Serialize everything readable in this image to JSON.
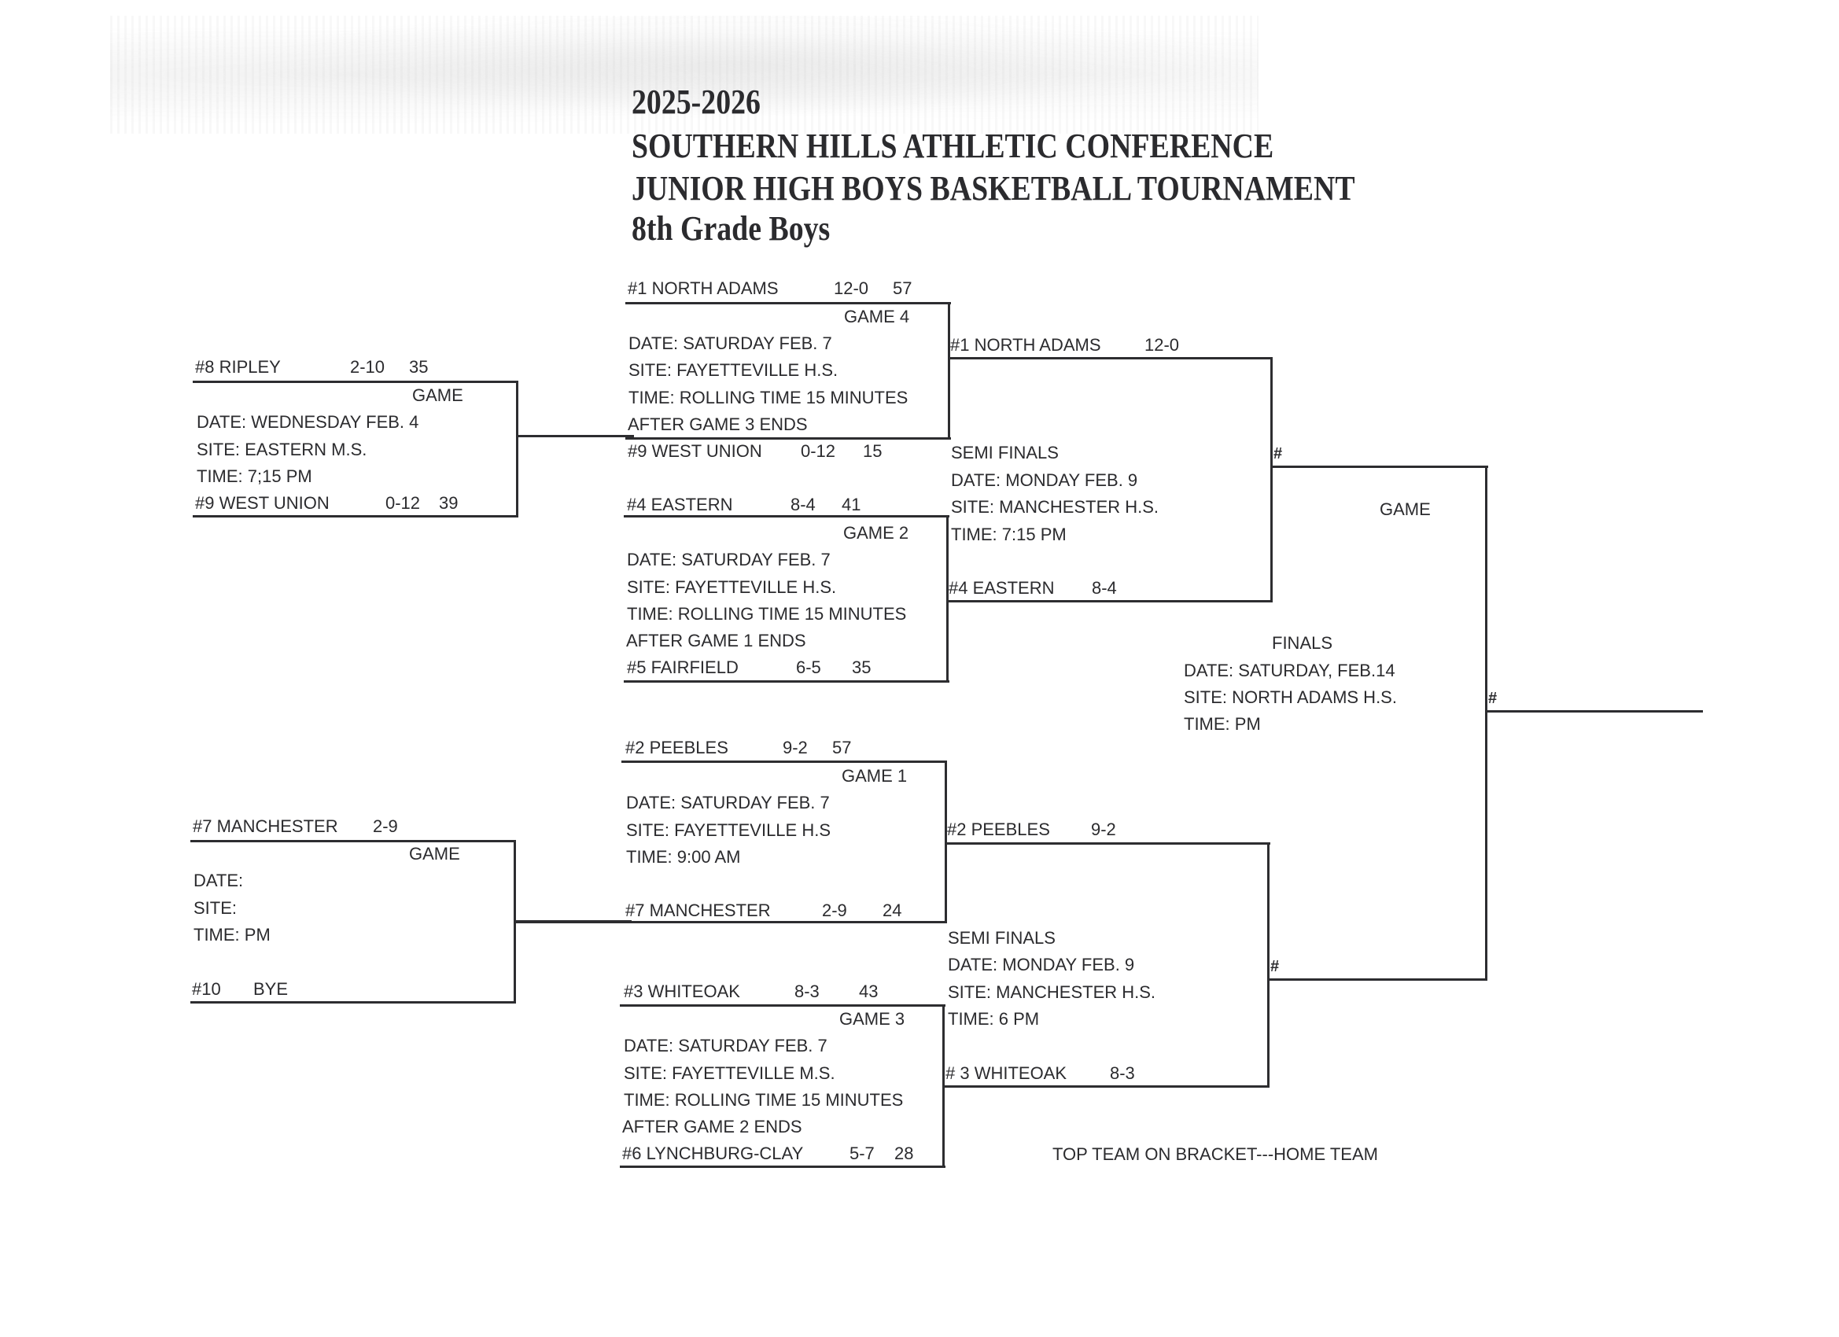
{
  "header": {
    "season": "2025-2026",
    "conference": "SOUTHERN HILLS ATHLETIC CONFERENCE",
    "tournament": "JUNIOR HIGH  BOYS BASKETBALL TOURNAMENT",
    "division": "8th  Grade Boys"
  },
  "first_round": {
    "top": {
      "team1": {
        "seed_name": "#8  RIPLEY",
        "record": "2-10",
        "score": "35"
      },
      "game_label": "GAME",
      "date": "DATE: WEDNESDAY FEB. 4",
      "site": "SITE: EASTERN M.S.",
      "time": "TIME: 7;15 PM",
      "team2": {
        "seed_name": "#9  WEST UNION",
        "record": "0-12",
        "score": "39"
      }
    },
    "bottom": {
      "team1": {
        "seed_name": "#7  MANCHESTER",
        "record": "2-9",
        "score": ""
      },
      "game_label": "GAME",
      "date": "DATE:",
      "site": "SITE:",
      "time": "TIME:  PM",
      "team2": {
        "seed_name": "#10",
        "record": "BYE",
        "score": ""
      }
    }
  },
  "quarterfinals": {
    "game4": {
      "team1": {
        "seed_name": "#1 NORTH ADAMS",
        "record": "12-0",
        "score": "57"
      },
      "game_label": "GAME 4",
      "date": "DATE: SATURDAY FEB. 7",
      "site": "SITE: FAYETTEVILLE H.S.",
      "time": "TIME: ROLLING TIME 15 MINUTES",
      "note": "AFTER GAME  3 ENDS",
      "team2": {
        "seed_name": "#9 WEST UNION",
        "record": "0-12",
        "score": "15"
      }
    },
    "game2": {
      "team1": {
        "seed_name": "#4  EASTERN",
        "record": "8-4",
        "score": "41"
      },
      "game_label": "GAME 2",
      "date": "DATE: SATURDAY FEB. 7",
      "site": "SITE: FAYETTEVILLE H.S.",
      "time": "TIME: ROLLING TIME 15 MINUTES",
      "note": "AFTER GAME 1  ENDS",
      "team2": {
        "seed_name": "#5  FAIRFIELD",
        "record": "6-5",
        "score": "35"
      }
    },
    "game1": {
      "team1": {
        "seed_name": "#2 PEEBLES",
        "record": "9-2",
        "score": "57"
      },
      "game_label": "GAME  1",
      "date": "DATE: SATURDAY FEB. 7",
      "site": "SITE:  FAYETTEVILLE H.S",
      "time": "TIME: 9:00 AM",
      "team2": {
        "seed_name": "#7 MANCHESTER",
        "record": "2-9",
        "score": "24"
      }
    },
    "game3": {
      "team1": {
        "seed_name": "#3 WHITEOAK",
        "record": "8-3",
        "score": "43"
      },
      "game_label": "GAME 3",
      "date": "DATE: SATURDAY FEB. 7",
      "site": "SITE: FAYETTEVILLE M.S.",
      "time": "TIME: ROLLING TIME 15 MINUTES",
      "note": "AFTER GAME 2  ENDS",
      "team2": {
        "seed_name": "#6   LYNCHBURG-CLAY",
        "record": "5-7",
        "score": "28"
      }
    }
  },
  "semifinals": {
    "top": {
      "team1": {
        "seed_name": "#1 NORTH ADAMS",
        "record": "12-0"
      },
      "label": "SEMI  FINALS",
      "date": "DATE: MONDAY FEB. 9",
      "site": "SITE: MANCHESTER H.S.",
      "time": "TIME: 7:15 PM",
      "team2": {
        "seed_name": "#4 EASTERN",
        "record": "8-4"
      },
      "winner_placeholder": "#"
    },
    "bottom": {
      "team1": {
        "seed_name": "#2 PEEBLES",
        "record": "9-2"
      },
      "label": "SEMI FINALS",
      "date": "DATE: MONDAY FEB. 9",
      "site": "SITE: MANCHESTER H.S.",
      "time": "TIME: 6  PM",
      "team2": {
        "seed_name": "# 3 WHITEOAK",
        "record": "8-3"
      },
      "winner_placeholder": "#"
    }
  },
  "finals": {
    "game_label": "GAME",
    "label": "FINALS",
    "date": "DATE: SATURDAY, FEB.14",
    "site": "SITE:  NORTH ADAMS H.S.",
    "time": "TIME:  PM",
    "champion_placeholder": "#"
  },
  "footer_note": "TOP TEAM ON BRACKET---HOME TEAM"
}
